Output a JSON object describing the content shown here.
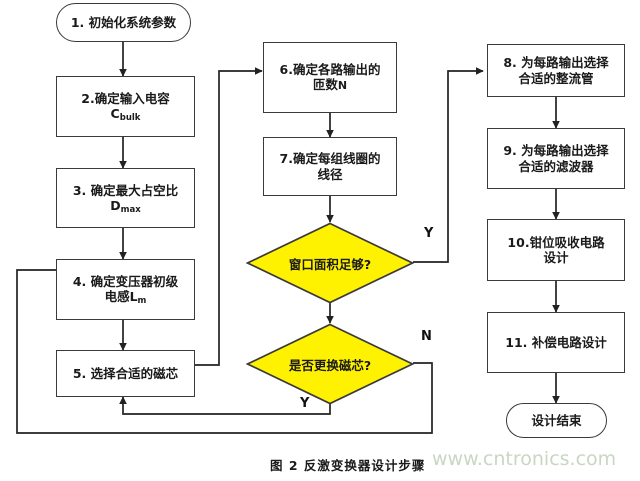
{
  "figure": {
    "caption": "图 2 反激变换器设计步骤",
    "watermark": "www.cntronics.com",
    "colors": {
      "decision_fill": "#FFF200",
      "node_stroke": "#3a3a3a",
      "edge_stroke": "#222222",
      "background": "#ffffff",
      "watermark": "#c9d6c2"
    }
  },
  "nodes": {
    "start": {
      "label": "1. 初始化系统参数",
      "shape": "terminal"
    },
    "step2": {
      "line1": "2.确定输入电容",
      "line2_main": "C",
      "line2_sub": "bulk",
      "shape": "process"
    },
    "step3": {
      "line1": "3. 确定最大占空比",
      "line2_main": "D",
      "line2_sub": "max",
      "shape": "process"
    },
    "step4": {
      "line1": "4. 确定变压器初级",
      "line2_main": "电感L",
      "line2_sub": "m",
      "shape": "process"
    },
    "step5": {
      "label": "5. 选择合适的磁芯",
      "shape": "process"
    },
    "step6": {
      "line1": "6.确定各路输出的",
      "line2_main": "匝数",
      "line2_sub": "N",
      "shape": "process"
    },
    "step7": {
      "line1": "7.确定每组线圈的",
      "line2": "线径",
      "shape": "process"
    },
    "decision1": {
      "label": "窗口面积足够?",
      "shape": "decision"
    },
    "decision2": {
      "label": "是否更换磁芯?",
      "shape": "decision"
    },
    "step8": {
      "line1": "8. 为每路输出选择",
      "line2": "合适的整流管",
      "shape": "process"
    },
    "step9": {
      "line1": "9. 为每路输出选择",
      "line2": "合适的滤波器",
      "shape": "process"
    },
    "step10": {
      "line1": "10.钳位吸收电路",
      "line2": "设计",
      "shape": "process"
    },
    "step11": {
      "label": "11. 补偿电路设计",
      "shape": "process"
    },
    "end": {
      "label": "设计结束",
      "shape": "terminal"
    }
  },
  "edge_labels": {
    "decision1_yes": "Y",
    "decision2_no": "N",
    "decision2_yes": "Y"
  }
}
